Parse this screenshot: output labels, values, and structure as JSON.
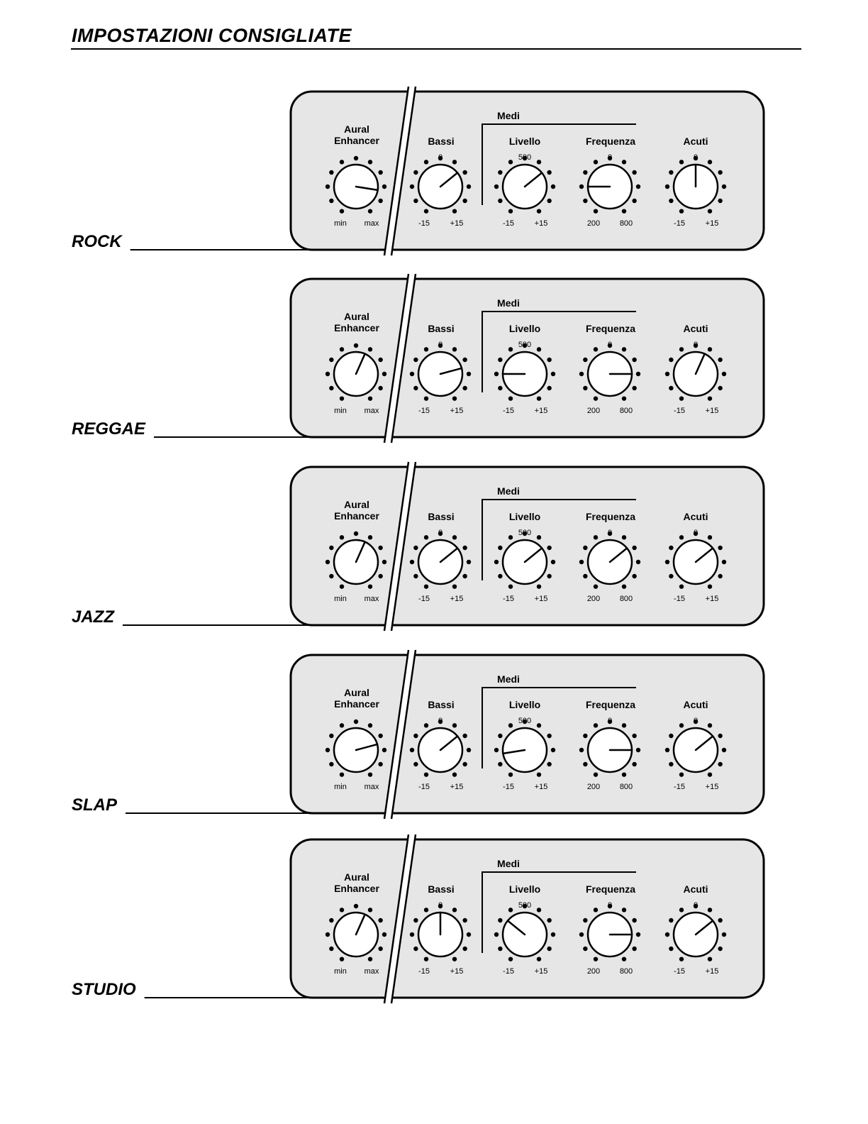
{
  "title": "IMPOSTAZIONI CONSIGLIATE",
  "labels": {
    "aural_line1": "Aural",
    "aural_line2": "Enhancer",
    "bassi": "Bassi",
    "medi": "Medi",
    "livello": "Livello",
    "frequenza": "Frequenza",
    "acuti": "Acuti"
  },
  "scales": {
    "aural": [
      "min",
      "max"
    ],
    "bassi": [
      "0",
      "-15",
      "+15"
    ],
    "livello": [
      "500",
      "-15",
      "+15"
    ],
    "frequenza": [
      "0",
      "200",
      "800"
    ],
    "acuti": [
      "0",
      "-15",
      "+15"
    ]
  },
  "presets": [
    {
      "name": "ROCK",
      "knobs": {
        "aural": 0.83,
        "bassi": 0.67,
        "livello": 0.67,
        "frequenza": 0.2,
        "acuti": 0.5
      }
    },
    {
      "name": "REGGAE",
      "knobs": {
        "aural": 0.58,
        "bassi": 0.75,
        "livello": 0.2,
        "frequenza": 0.8,
        "acuti": 0.58
      }
    },
    {
      "name": "JAZZ",
      "knobs": {
        "aural": 0.58,
        "bassi": 0.67,
        "livello": 0.67,
        "frequenza": 0.67,
        "acuti": 0.67
      }
    },
    {
      "name": "SLAP",
      "knobs": {
        "aural": 0.75,
        "bassi": 0.67,
        "livello": 0.17,
        "frequenza": 0.8,
        "acuti": 0.67
      }
    },
    {
      "name": "STUDIO",
      "knobs": {
        "aural": 0.58,
        "bassi": 0.5,
        "livello": 0.33,
        "frequenza": 0.8,
        "acuti": 0.67
      }
    }
  ]
}
